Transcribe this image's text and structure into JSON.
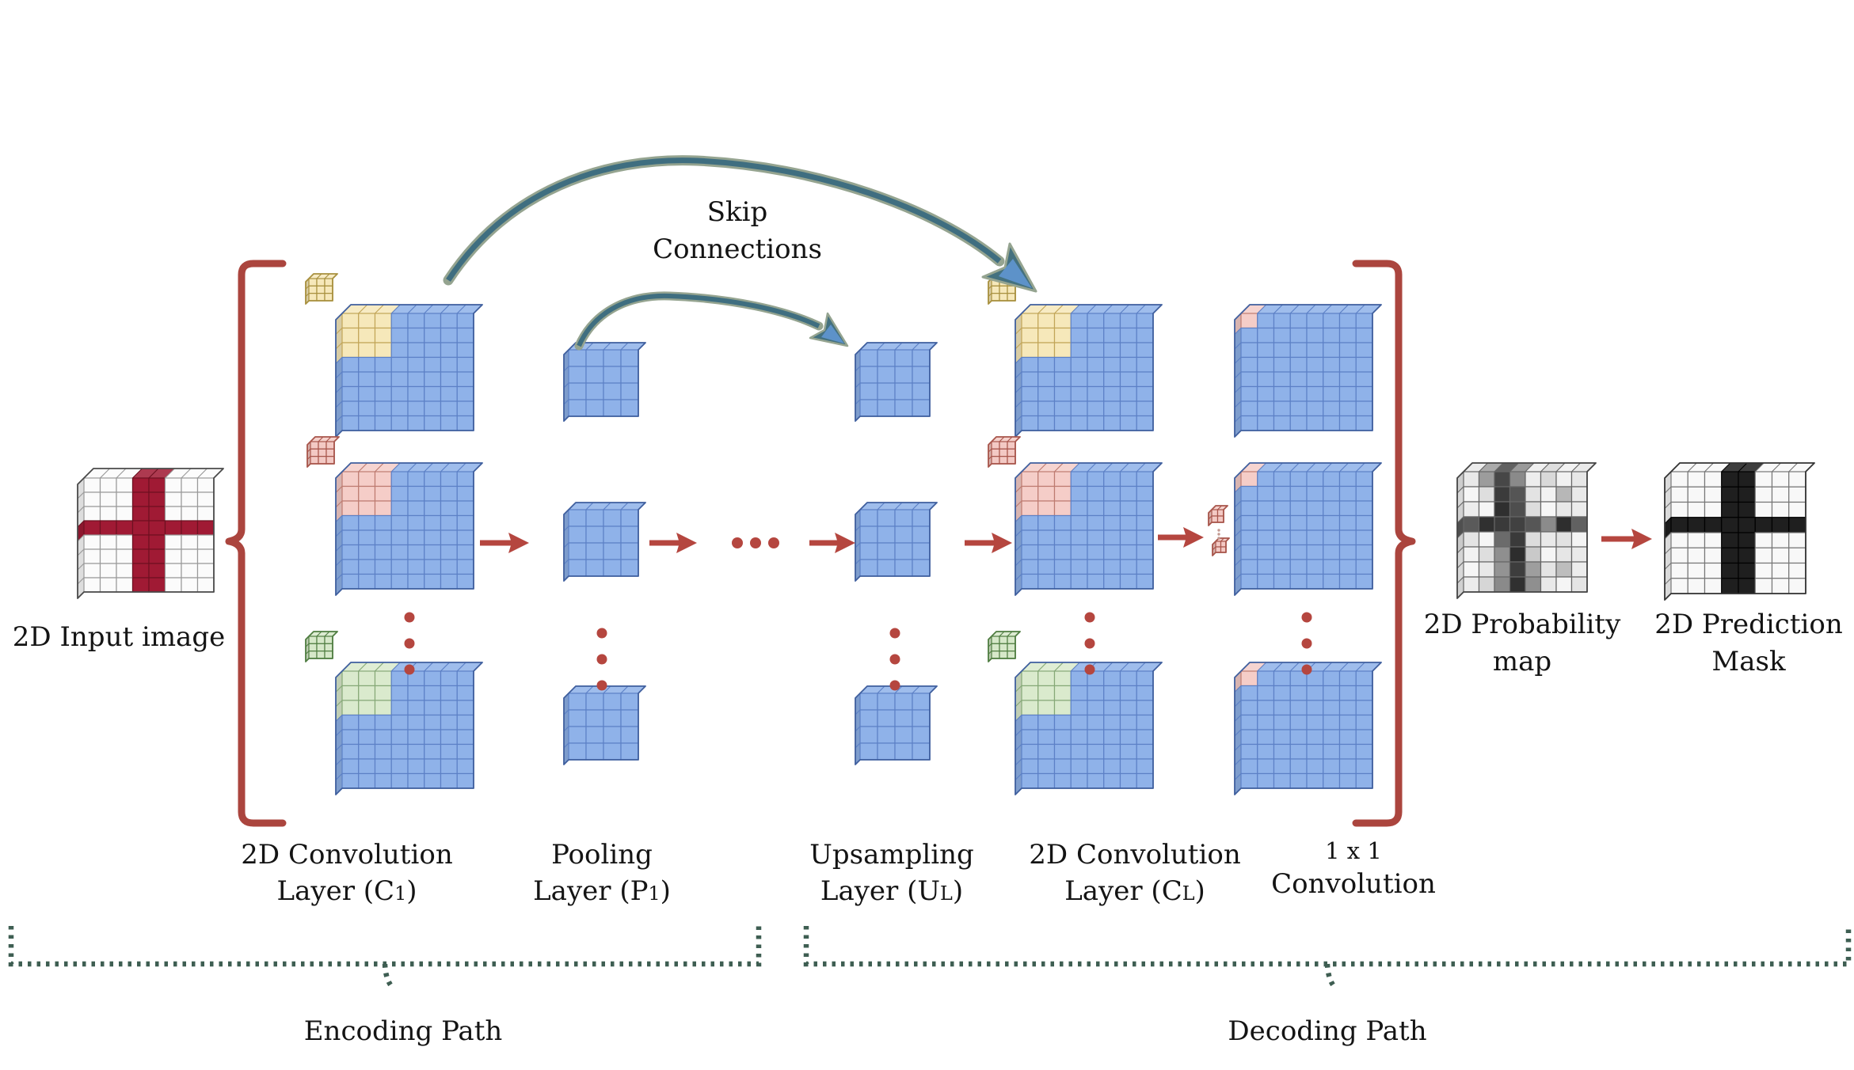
{
  "title": "2D U-Net segmentation architecture diagram",
  "colors": {
    "accent_red": "#ab453e",
    "arrow_red": "#b5463f",
    "dot_red": "#b5463f",
    "skip_outer": "#95a490",
    "skip_inner": "#3f6e80",
    "skip_head_fill": "#44717f",
    "skip_head_inner": "#5d92c9",
    "path_teal": "#3e5e52",
    "tiny_dots": "#c49a92",
    "text": "#141414"
  },
  "palettes": {
    "blue": {
      "fill": "#8fb2e9",
      "line": "#5c80c6",
      "edge": "#3f5f9e"
    },
    "yellow": {
      "fill": "#f6e8ba",
      "line": "#c2a558",
      "edge": "#ad9243"
    },
    "pink": {
      "fill": "#f5cdc8",
      "line": "#bd7b70",
      "edge": "#a65a50"
    },
    "green": {
      "fill": "#daeacd",
      "line": "#86a877",
      "edge": "#5d8c4f"
    },
    "yellowIcon": {
      "fill": "#f6e8ba",
      "line": "#a8903e",
      "edge": "#a8903e"
    },
    "pinkIcon": {
      "fill": "#f3c9c4",
      "line": "#a8554b",
      "edge": "#a8554b"
    },
    "greenIcon": {
      "fill": "#d6e8c9",
      "line": "#4f7d41",
      "edge": "#4f7d41"
    },
    "input": {
      "off": "#fbfbfb",
      "on": "#a01a34",
      "line": "#9a9a9a",
      "on_line": "#6e1020",
      "edge": "#4a4a4a"
    },
    "mask": {
      "off": "#f8f8f8",
      "on": "#1f1f1f",
      "line": "#777777",
      "on_line": "#000000",
      "edge": "#333333"
    },
    "gray": {
      "line": "#666666",
      "edge": "#444444"
    }
  },
  "figures": {
    "input": {
      "type": "cross",
      "rows": 8,
      "cols": 8,
      "v_cols": [
        3,
        4
      ],
      "h_rows": [
        3
      ],
      "palette": "input"
    },
    "c1g1": {
      "type": "corner",
      "rows": 8,
      "cols": 8,
      "corner": 3,
      "palette": "blue",
      "corner_palette": "yellow"
    },
    "c1g2": {
      "type": "corner",
      "rows": 8,
      "cols": 8,
      "corner": 3,
      "palette": "blue",
      "corner_palette": "pink"
    },
    "c1g3": {
      "type": "corner",
      "rows": 8,
      "cols": 8,
      "corner": 3,
      "palette": "blue",
      "corner_palette": "green"
    },
    "kY1": {
      "type": "plain",
      "rows": 3,
      "cols": 3,
      "palette": "yellowIcon"
    },
    "kP1": {
      "type": "plain",
      "rows": 3,
      "cols": 3,
      "palette": "pinkIcon"
    },
    "kG1": {
      "type": "plain",
      "rows": 3,
      "cols": 3,
      "palette": "greenIcon"
    },
    "p1c1": {
      "type": "plain",
      "rows": 4,
      "cols": 4,
      "palette": "blue"
    },
    "p1c2": {
      "type": "plain",
      "rows": 4,
      "cols": 4,
      "palette": "blue"
    },
    "p1c3": {
      "type": "plain",
      "rows": 4,
      "cols": 4,
      "palette": "blue"
    },
    "ulc1": {
      "type": "plain",
      "rows": 4,
      "cols": 4,
      "palette": "blue"
    },
    "ulc2": {
      "type": "plain",
      "rows": 4,
      "cols": 4,
      "palette": "blue"
    },
    "ulc3": {
      "type": "plain",
      "rows": 4,
      "cols": 4,
      "palette": "blue"
    },
    "kY2": {
      "type": "plain",
      "rows": 3,
      "cols": 3,
      "palette": "yellowIcon"
    },
    "kP2": {
      "type": "plain",
      "rows": 3,
      "cols": 3,
      "palette": "pinkIcon"
    },
    "kG2": {
      "type": "plain",
      "rows": 3,
      "cols": 3,
      "palette": "greenIcon"
    },
    "clg1": {
      "type": "corner",
      "rows": 8,
      "cols": 8,
      "corner": 3,
      "palette": "blue",
      "corner_palette": "yellow"
    },
    "clg2": {
      "type": "corner",
      "rows": 8,
      "cols": 8,
      "corner": 3,
      "palette": "blue",
      "corner_palette": "pink"
    },
    "clg3": {
      "type": "corner",
      "rows": 8,
      "cols": 8,
      "corner": 3,
      "palette": "blue",
      "corner_palette": "green"
    },
    "t1a": {
      "type": "plain",
      "rows": 2,
      "cols": 2,
      "palette": "pinkIcon"
    },
    "t1b": {
      "type": "plain",
      "rows": 2,
      "cols": 2,
      "palette": "pinkIcon"
    },
    "oog1": {
      "type": "corner",
      "rows": 8,
      "cols": 8,
      "corner": 1,
      "palette": "blue",
      "corner_palette": "pink"
    },
    "oog2": {
      "type": "corner",
      "rows": 8,
      "cols": 8,
      "corner": 1,
      "palette": "blue",
      "corner_palette": "pink"
    },
    "oog3": {
      "type": "corner",
      "rows": 8,
      "cols": 8,
      "corner": 1,
      "palette": "blue",
      "corner_palette": "pink"
    },
    "prob": {
      "type": "values",
      "rows": 8,
      "cols": 8,
      "palette": "gray",
      "cells": [
        [
          "#e9e9e9",
          "#9c9c9c",
          "#474747",
          "#8a8a8a",
          "#ededed",
          "#d9d9d9",
          "#f1f1f1",
          "#e7e7e7"
        ],
        [
          "#f6f6f6",
          "#dedede",
          "#3b3b3b",
          "#555555",
          "#e3e3e3",
          "#f2f2f2",
          "#b7b7b7",
          "#e9e9e9"
        ],
        [
          "#ededed",
          "#f5f5f5",
          "#2f2f2f",
          "#4e4e4e",
          "#dddddd",
          "#f6f6f6",
          "#e8e8e8",
          "#ececec"
        ],
        [
          "#5a5a5a",
          "#303030",
          "#3a3a3a",
          "#414141",
          "#565656",
          "#8b8b8b",
          "#2e2e2e",
          "#616161"
        ],
        [
          "#e4e4e4",
          "#f5f5f5",
          "#6b6b6b",
          "#3a3a3a",
          "#dcdcdc",
          "#e9e9e9",
          "#e2e2e2",
          "#f4f4f4"
        ],
        [
          "#f2f2f2",
          "#dedede",
          "#8f8f8f",
          "#2d2d2d",
          "#c9c9c9",
          "#f5f5f5",
          "#e6e6e6",
          "#eaeaea"
        ],
        [
          "#f6f6f6",
          "#e8e8e8",
          "#939393",
          "#3d3d3d",
          "#9e9e9e",
          "#e4e4e4",
          "#bdbdbd",
          "#ededed"
        ],
        [
          "#ececec",
          "#d6d6d6",
          "#8a8a8a",
          "#303030",
          "#8f8f8f",
          "#e9e9e9",
          "#f5f5f5",
          "#e5e5e5"
        ]
      ]
    },
    "mask": {
      "type": "cross",
      "rows": 8,
      "cols": 8,
      "v_cols": [
        3,
        4
      ],
      "h_rows": [
        3
      ],
      "palette": "mask"
    }
  },
  "labels": {
    "input": "2D Input image",
    "skip_line1": "Skip",
    "skip_line2": "Connections",
    "conv1_line1": "2D Convolution",
    "conv1_pre": "Layer (C",
    "conv1_sub": "1",
    "conv1_post": ")",
    "pool_line1": "Pooling",
    "pool_pre": "Layer (P",
    "pool_sub": "1",
    "pool_post": ")",
    "up_line1": "Upsampling",
    "up_pre": "Layer (U",
    "up_sub": "L",
    "up_post": ")",
    "convL_line1": "2D Convolution",
    "convL_pre": "Layer (C",
    "convL_sub": "L",
    "convL_post": ")",
    "one_line1": "1 x 1",
    "one_line2": "Convolution",
    "prob_line1": "2D Probability",
    "prob_line2": "map",
    "mask_line1": "2D Prediction",
    "mask_line2": "Mask",
    "encoding": "Encoding Path",
    "decoding": "Decoding Path"
  }
}
